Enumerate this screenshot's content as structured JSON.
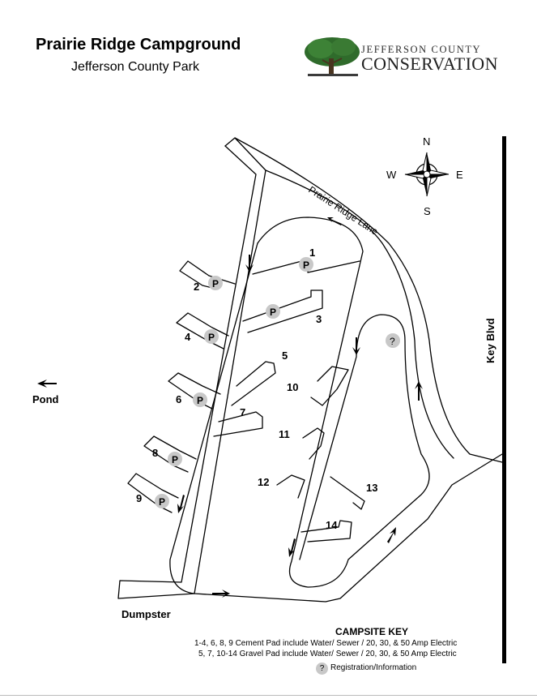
{
  "header": {
    "title": "Prairie Ridge Campground",
    "subtitle": "Jefferson County Park",
    "org_top": "JEFFERSON COUNTY",
    "org_bottom": "CONSERVATION"
  },
  "compass": {
    "north": "N",
    "south": "S",
    "east": "E",
    "west": "W"
  },
  "roads": {
    "prairie_ridge_lane": "Prairie Ridge Lane",
    "key_blvd": "Key Blvd"
  },
  "places": {
    "pond": "Pond",
    "dumpster": "Dumpster"
  },
  "sites": {
    "s1": "1",
    "s2": "2",
    "s3": "3",
    "s4": "4",
    "s5": "5",
    "s6": "6",
    "s7": "7",
    "s8": "8",
    "s9": "9",
    "s10": "10",
    "s11": "11",
    "s12": "12",
    "s13": "13",
    "s14": "14"
  },
  "marker_labels": {
    "pad": "P",
    "registration": "?"
  },
  "key": {
    "title": "CAMPSITE KEY",
    "line1": "1-4, 6, 8, 9 Cement Pad include Water/ Sewer / 20, 30, & 50 Amp Electric",
    "line2": "5, 7, 10-14 Gravel Pad include Water/ Sewer / 20, 30, & 50 Amp Electric",
    "registration_label": "Registration/Information"
  },
  "colors": {
    "road": "#000000",
    "marker": "#c8c8c8",
    "tree": "#2f6b2b"
  }
}
